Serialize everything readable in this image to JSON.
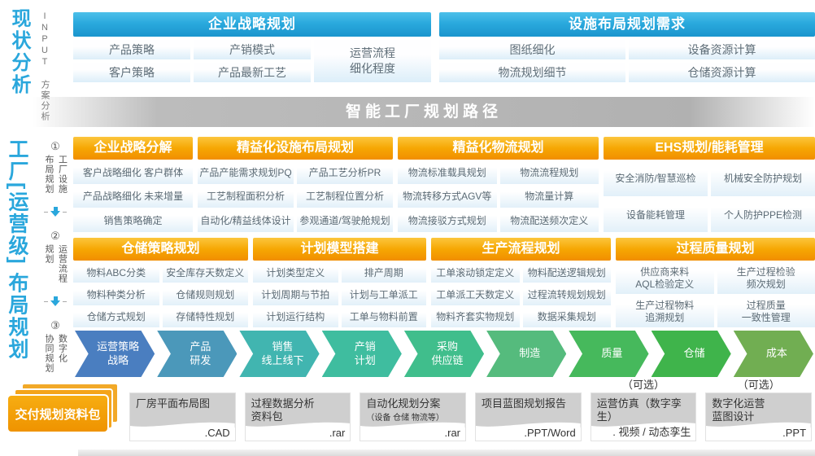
{
  "accent": {
    "blue": "#2aa7dc",
    "blue_header_top": "#4cc0ea",
    "blue_header_bottom": "#1b95cd",
    "orange_header_top": "#fcc63d",
    "orange_header_bottom": "#f18e00",
    "banner_gray": "#b1b1b1",
    "item_text": "#5b6a74"
  },
  "current_state": {
    "title": "现状分析",
    "subtitle": "INPUT 方案分析",
    "enterprise": {
      "title": "企业战略规划",
      "items": [
        "产品策略",
        "产销模式",
        "客户策略",
        "产品最新工艺"
      ],
      "tall_item": "运营流程\n细化程度"
    },
    "facility": {
      "title": "设施布局规划需求",
      "items": [
        "图纸细化",
        "设备资源计算",
        "物流规划细节",
        "仓储资源计算"
      ]
    }
  },
  "banner": {
    "title": "智能工厂规划路径"
  },
  "factory_label": {
    "title": "工厂[运营级] 布局规划",
    "steps": [
      {
        "num": "①",
        "text": "工厂设施\n布局规划"
      },
      {
        "num": "②",
        "text": "运营流程\n规划"
      },
      {
        "num": "③",
        "text": "数字化\n协同规划"
      }
    ]
  },
  "sections_row1": [
    {
      "title": "企业战略分解",
      "items": [
        "客户战略细化 客户群体",
        "产品战略细化 未来增量",
        "销售策略确定"
      ]
    },
    {
      "title": "精益化设施布局规划",
      "items": [
        "产品产能需求规划PQ",
        "产品工艺分析PR",
        "工艺制程面积分析",
        "工艺制程位置分析",
        "自动化/精益线体设计",
        "参观通道/驾驶舱规划"
      ]
    },
    {
      "title": "精益化物流规划",
      "items": [
        "物流标准载具规划",
        "物流流程规划",
        "物流转移方式AGV等",
        "物流量计算",
        "物流接驳方式规划",
        "物流配送频次定义"
      ]
    },
    {
      "title": "EHS规划/能耗管理",
      "items": [
        "安全消防/智慧巡检",
        "机械安全防护规划",
        "设备能耗管理",
        "个人防护PPE检测"
      ]
    }
  ],
  "sections_row2": [
    {
      "title": "仓储策略规划",
      "items": [
        "物料ABC分类",
        "安全库存天数定义",
        "物料种类分析",
        "仓储规则规划",
        "仓储方式规划",
        "存储特性规划"
      ]
    },
    {
      "title": "计划模型搭建",
      "items": [
        "计划类型定义",
        "排产周期",
        "计划周期与节拍",
        "计划与工单派工",
        "计划运行结构",
        "工单与物料前置"
      ]
    },
    {
      "title": "生产流程规划",
      "items": [
        "工单滚动锁定定义",
        "物料配送逻辑规划",
        "工单派工天数定义",
        "过程流转规划规划",
        "物料齐套实物规划",
        "数据采集规划"
      ]
    },
    {
      "title": "过程质量规划",
      "items": [
        "供应商来料\nAQL检验定义",
        "生产过程检验\n频次规划",
        "生产过程物料\n追溯规划",
        "过程质量\n一致性管理"
      ]
    }
  ],
  "flow": {
    "arrows": [
      {
        "label": "运营策略\n战略",
        "color": "#4a7ec0"
      },
      {
        "label": "产品\n研发",
        "color": "#4b98ba"
      },
      {
        "label": "销售\n线上线下",
        "color": "#41b5b0"
      },
      {
        "label": "产销\n计划",
        "color": "#3fbd9f"
      },
      {
        "label": "采购\n供应链",
        "color": "#40be8c"
      },
      {
        "label": "制造",
        "color": "#55bb7d"
      },
      {
        "label": "质量",
        "color": "#46b95c"
      },
      {
        "label": "仓储",
        "color": "#3fb44b"
      },
      {
        "label": "成本",
        "color": "#71ae52"
      }
    ]
  },
  "deliverables": {
    "label": "交付规划资料包",
    "optional_label": "（可选）",
    "cards": [
      {
        "title": "厂房平面布局图",
        "ext": ".CAD"
      },
      {
        "title": "过程数据分析\n资料包",
        "ext": ".rar"
      },
      {
        "title": "自动化规划分案",
        "subtitle": "（设备 仓储 物流等）",
        "ext": ".rar"
      },
      {
        "title": "项目蓝图规划报告",
        "ext": ".PPT/Word"
      },
      {
        "title": "运营仿真（数字孪生）",
        "ext": ". 视频 / 动态孪生"
      },
      {
        "title": "数字化运营\n蓝图设计",
        "ext": ".PPT"
      }
    ]
  }
}
